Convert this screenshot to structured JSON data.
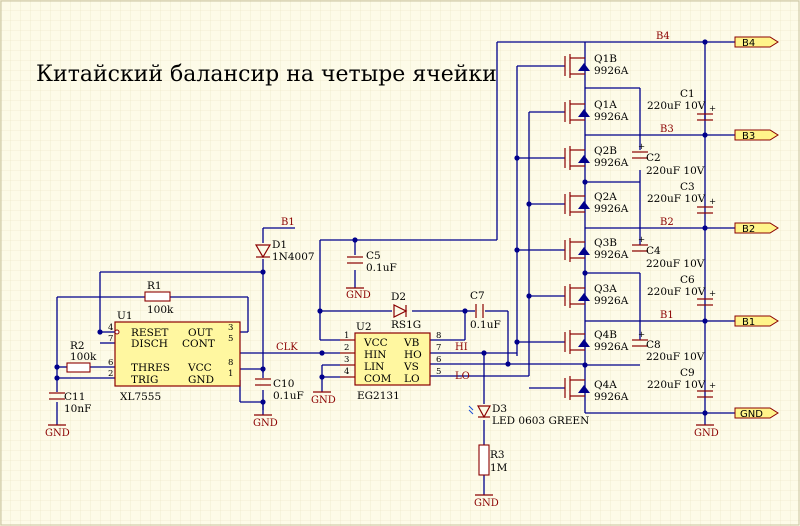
{
  "title": "Китайский балансир на четыре ячейки",
  "ports": [
    "B4",
    "B3",
    "B2",
    "B1",
    "GND"
  ],
  "nets": {
    "b4": "B4",
    "b3": "B3",
    "b2": "B2",
    "b1": "B1",
    "b1_top": "B1",
    "clk": "CLK",
    "hi": "HI",
    "lo": "LO"
  },
  "gnd_label": "GND",
  "u1": {
    "ref": "U1",
    "part": "XL7555",
    "pins_left": [
      "RESET",
      "DISCH",
      "THRES",
      "TRIG"
    ],
    "pins_right": [
      "OUT",
      "CONT",
      "VCC",
      "GND"
    ],
    "pn_left": [
      "4",
      "7",
      "6",
      "2"
    ],
    "pn_right": [
      "3",
      "5",
      "8",
      "1"
    ]
  },
  "u2": {
    "ref": "U2",
    "part": "EG2131",
    "pins_left": [
      "VCC",
      "HIN",
      "LIN",
      "COM"
    ],
    "pins_right": [
      "VB",
      "HO",
      "VS",
      "LO"
    ],
    "pn_left": [
      "1",
      "2",
      "3",
      "4"
    ],
    "pn_right": [
      "8",
      "7",
      "6",
      "5"
    ]
  },
  "r1": {
    "ref": "R1",
    "value": "100k"
  },
  "r2": {
    "ref": "R2",
    "value": "100k"
  },
  "r3": {
    "ref": "R3",
    "value": "1M"
  },
  "c5": {
    "ref": "C5",
    "value": "0.1uF"
  },
  "c7": {
    "ref": "C7",
    "value": "0.1uF"
  },
  "c10": {
    "ref": "C10",
    "value": "0.1uF"
  },
  "c11": {
    "ref": "C11",
    "value": "10nF"
  },
  "d1": {
    "ref": "D1",
    "value": "1N4007"
  },
  "d2": {
    "ref": "D2",
    "value": "RS1G"
  },
  "d3": {
    "ref": "D3",
    "value": "LED 0603 GREEN"
  },
  "mosfets": [
    {
      "ref": "Q1B",
      "part": "9926A"
    },
    {
      "ref": "Q1A",
      "part": "9926A"
    },
    {
      "ref": "Q2B",
      "part": "9926A"
    },
    {
      "ref": "Q2A",
      "part": "9926A"
    },
    {
      "ref": "Q3B",
      "part": "9926A"
    },
    {
      "ref": "Q3A",
      "part": "9926A"
    },
    {
      "ref": "Q4B",
      "part": "9926A"
    },
    {
      "ref": "Q4A",
      "part": "9926A"
    }
  ],
  "caps_big": [
    {
      "ref": "C1",
      "value": "220uF 10V"
    },
    {
      "ref": "C2",
      "value": "220uF 10V"
    },
    {
      "ref": "C3",
      "value": "220uF 10V"
    },
    {
      "ref": "C4",
      "value": "220uF 10V"
    },
    {
      "ref": "C6",
      "value": "220uF 10V"
    },
    {
      "ref": "C8",
      "value": "220uF 10V"
    },
    {
      "ref": "C9",
      "value": "220uF 10V"
    }
  ]
}
